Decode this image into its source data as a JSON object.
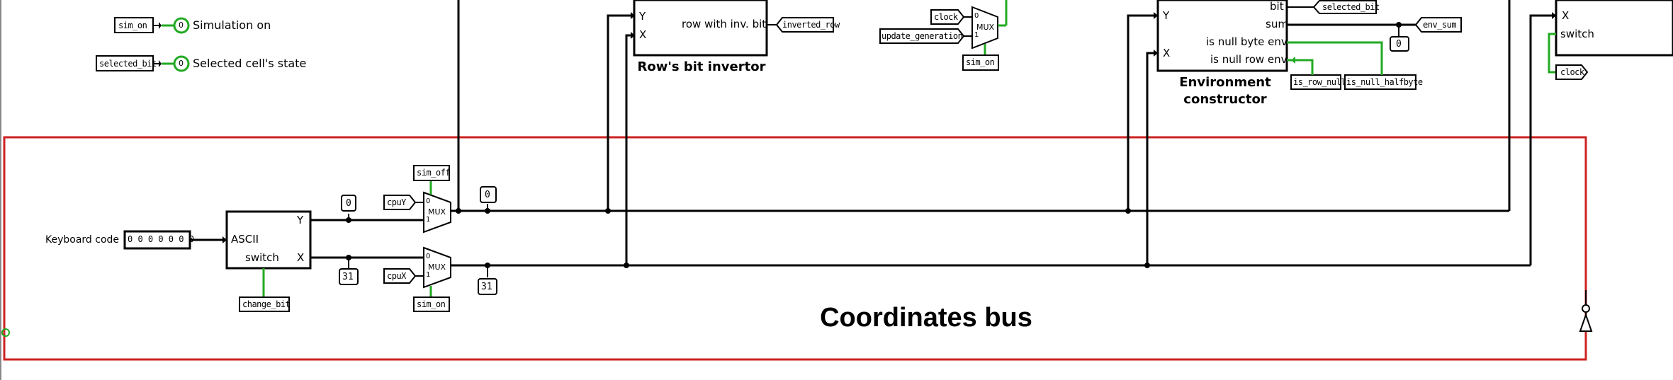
{
  "legend": {
    "sim_on_tag": "sim_on",
    "sim_on_led": "0",
    "sim_on_text": "Simulation on",
    "selected_tag": "selected_bit",
    "selected_led": "0",
    "selected_text": "Selected cell's state"
  },
  "row_inverter": {
    "title": "Row's bit invertor",
    "pin_y": "Y",
    "pin_x": "X",
    "pin_out": "row with inv. bit",
    "out_tag": "inverted_row"
  },
  "top_mux": {
    "clock_tag": "clock",
    "update_tag": "update_generation",
    "label": "MUX",
    "sel0": "0",
    "sel1": "1",
    "sim_tag": "sim_on"
  },
  "env": {
    "title_line1": "Environment",
    "title_line2": "constructor",
    "pin_y": "Y",
    "pin_x": "X",
    "pin_bit": "bit",
    "pin_sum": "sum",
    "pin_byte": "is null byte env",
    "pin_row": "is null row env",
    "bit_tag": "selected_bit",
    "sum_tag": "env_sum",
    "sum_const": "0",
    "row_null_tag": "is_row_null",
    "half_null_tag": "is_null_halfbyte"
  },
  "right_block": {
    "pin_x": "X",
    "pin_switch": "switch",
    "clock_tag": "clock"
  },
  "keyboard": {
    "label": "Keyboard code",
    "value": "0 0 0 0 0 0 0",
    "ascii": "ASCII",
    "switch": "switch",
    "out_y": "Y",
    "out_x": "X",
    "change_tag": "change_bit",
    "const_y": "0",
    "const_x": "31"
  },
  "mux_y": {
    "label": "MUX",
    "in0": "0",
    "in1": "1",
    "sel_tag": "sim_off",
    "cpu_tag": "cpuY",
    "const": "0"
  },
  "mux_x": {
    "label": "MUX",
    "in0": "0",
    "in1": "1",
    "sel_tag": "sim_on",
    "cpu_tag": "cpuX",
    "const": "31"
  },
  "bus": {
    "title": "Coordinates bus"
  },
  "colors": {
    "wire": "#000000",
    "active_wire": "#22aa22",
    "bus_border": "#cc2222"
  }
}
